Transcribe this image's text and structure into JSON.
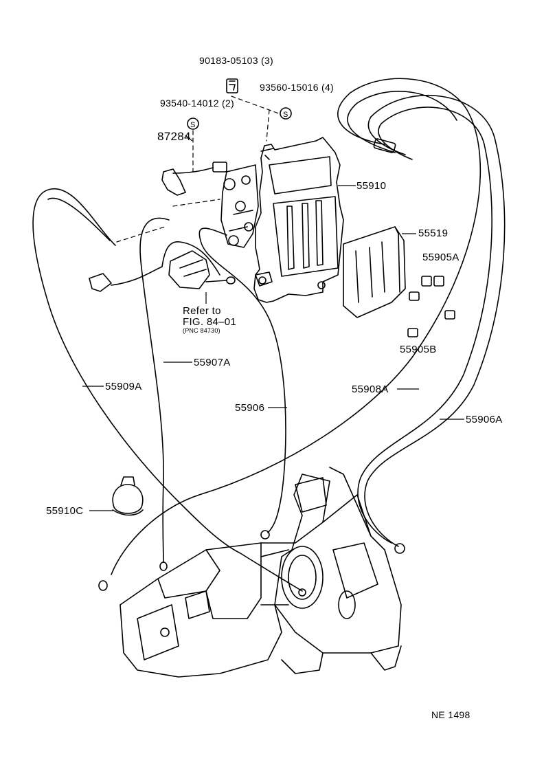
{
  "labels": {
    "p90183": "90183-05103 (3)",
    "p93560": "93560-15016 (4)",
    "p93540": "93540-14012 (2)",
    "p87284": "87284",
    "p55910": "55910",
    "p55519": "55519",
    "p55905A": "55905A",
    "p55905B": "55905B",
    "refer": "Refer to",
    "fig": "FIG. 84–01",
    "pnc": "(PNC 84730)",
    "p55907A": "55907A",
    "p55909A": "55909A",
    "p55906": "55906",
    "p55908A": "55908A",
    "p55906A": "55906A",
    "p55910C": "55910C",
    "footer": "NE  1498"
  },
  "colors": {
    "ink": "#000000",
    "paper": "#ffffff"
  }
}
